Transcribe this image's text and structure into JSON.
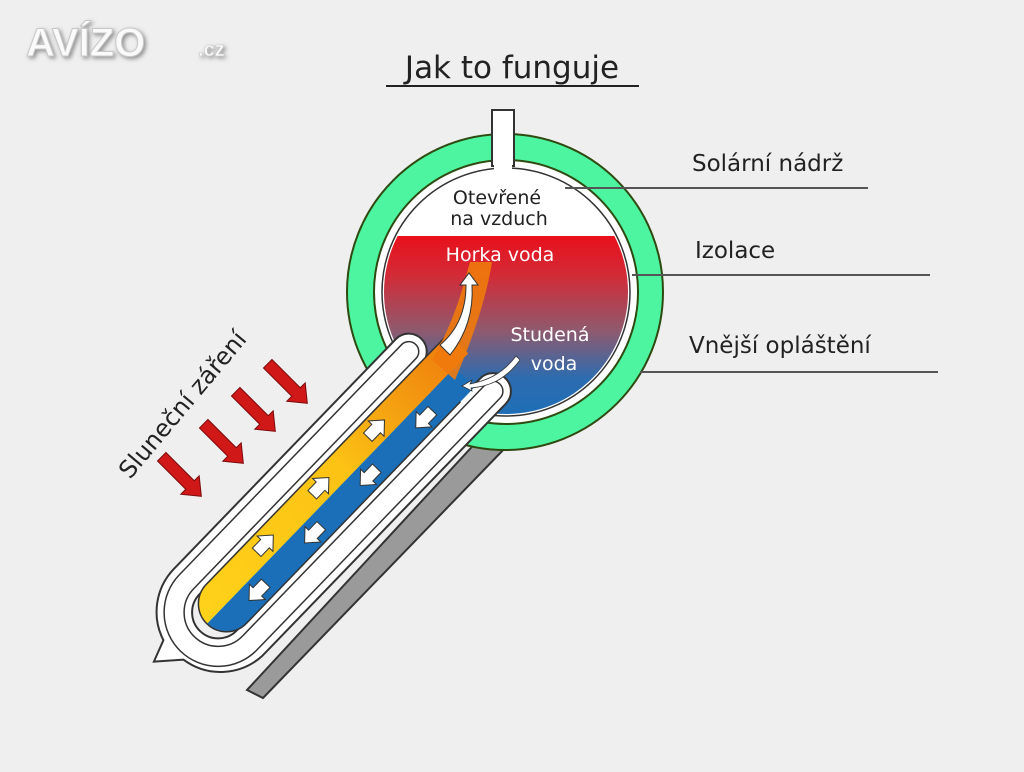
{
  "logo": {
    "text": "AVÍZO",
    "suffix": ".cz"
  },
  "title": "Jak to funguje",
  "labels": {
    "tank": "Solární nádrž",
    "insulation": "Izolace",
    "outer_shell": "Vnější opláštění",
    "open_air_line1": "Otevřené",
    "open_air_line2": "na vzduch",
    "hot_water": "Horka voda",
    "cold_water_line1": "Studená",
    "cold_water_line2": "voda",
    "sunlight": "Sluneční záření"
  },
  "colors": {
    "insulation": "#4df5a0",
    "hot": "#e8101c",
    "cold": "#1a6fb8",
    "yellow": "#ffd21a",
    "orange": "#f28a0e",
    "sun_arrow": "#d01818",
    "reflector": "#9a9a9a"
  }
}
